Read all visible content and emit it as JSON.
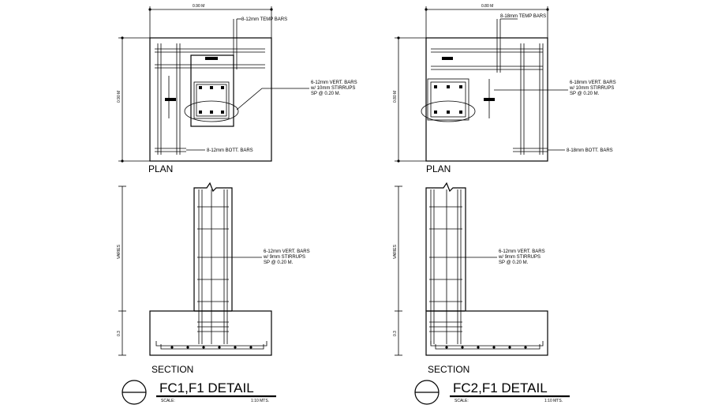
{
  "left": {
    "plan": {
      "label": "PLAN",
      "dim_width": "0.90 M",
      "dim_height": "0.90 M",
      "notes": {
        "temp_bars": "8-12mm TEMP BARS",
        "vert_bars": [
          "6-12mm VERT. BARS",
          "w/ 10mm STIRRUPS",
          "SP @ 0.20 M."
        ],
        "bott_bars": "8-12mm BOTT. BARS"
      }
    },
    "section": {
      "label": "SECTION",
      "dim_varies": "VARIES",
      "dim_base": "0.3",
      "notes": [
        "6-12mm VERT. BARS",
        "w/ 9mm STIRRUPS",
        "SP @ 0.20 M."
      ]
    },
    "title": "FC1,F1 DETAIL",
    "scale_label": "SCALE:",
    "scale_value": "1:10 MTS."
  },
  "right": {
    "plan": {
      "label": "PLAN",
      "dim_width": "0.80 M",
      "dim_height": "0.80 M",
      "notes": {
        "temp_bars": "8-18mm TEMP BARS",
        "vert_bars": [
          "6-18mm VERT. BARS",
          "w/ 10mm STIRRUPS",
          "SP @ 0.20 M."
        ],
        "bott_bars": "8-18mm BOTT. BARS"
      }
    },
    "section": {
      "label": "SECTION",
      "dim_varies": "VARIES",
      "dim_base": "0.3",
      "notes": [
        "6-12mm VERT. BARS",
        "w/ 9mm STIRRUPS",
        "SP @ 0.20 M."
      ]
    },
    "title": "FC2,F1 DETAIL",
    "scale_label": "SCALE:",
    "scale_value": "1:10 MTS."
  }
}
